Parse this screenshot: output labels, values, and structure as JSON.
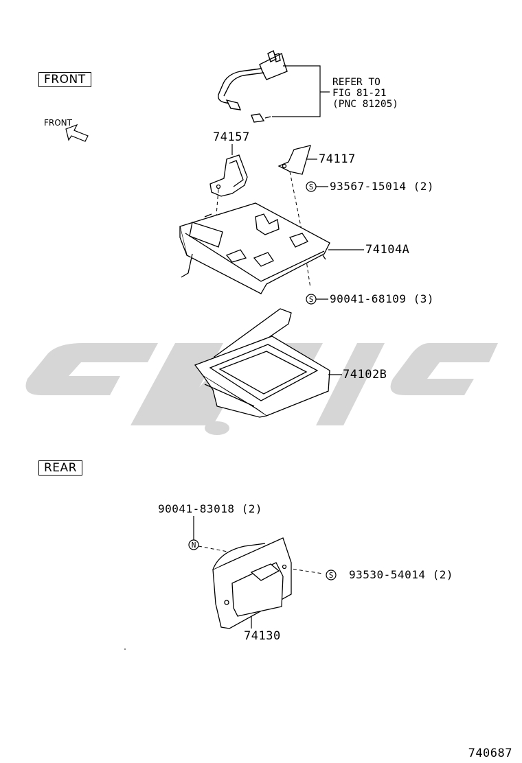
{
  "sections": {
    "front_label": "FRONT",
    "rear_label": "REAR"
  },
  "direction_arrow": {
    "label": "FRONT"
  },
  "reference_note": {
    "line1": "REFER TO",
    "line2": "FIG 81-21",
    "line3": "(PNC 81205)"
  },
  "parts": {
    "bracket_left": "74157",
    "bracket_right": "74117",
    "screw_top": "93567-15014 (2)",
    "screw_top_symbol": "S",
    "retainer": "74104A",
    "screw_mid": "90041-68109 (3)",
    "screw_mid_symbol": "S",
    "ashtray_front": "74102B",
    "nut_rear": "90041-83018 (2)",
    "nut_rear_symbol": "N",
    "screw_rear": "93530-54014 (2)",
    "screw_rear_symbol": "S",
    "ashtray_rear": "74130"
  },
  "diagram_id": "740687",
  "colors": {
    "watermark": "#d6d6d6",
    "line": "#000000"
  }
}
